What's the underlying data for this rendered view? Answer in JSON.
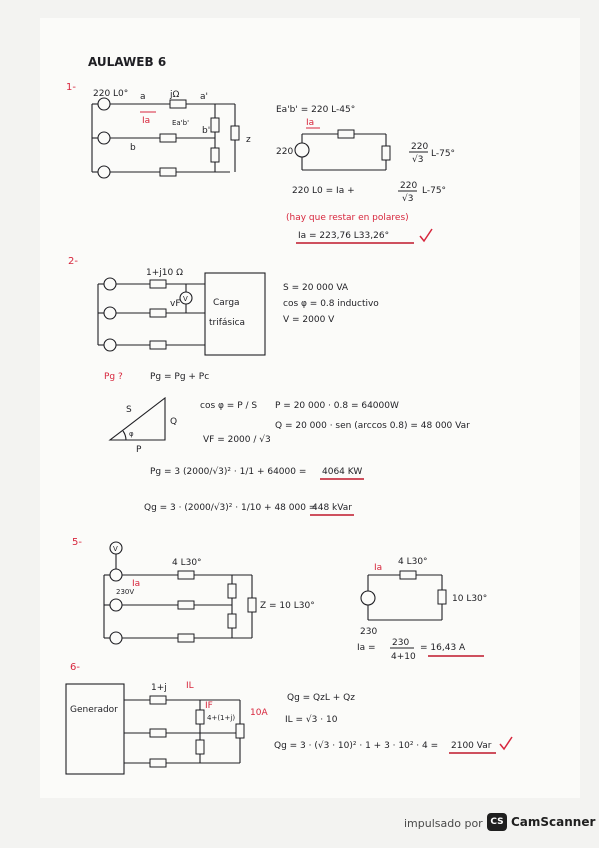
{
  "title": "AULAWEB 6",
  "p1": {
    "num": "1-",
    "src_label": "220 L0°",
    "a": "a",
    "b": "b",
    "aprime": "a'",
    "bprime": "b'",
    "jomega": "jΩ",
    "Ia": "Ia",
    "Eab_small": "Ea'b'",
    "z": "z",
    "eq1": "Ea'b' = 220 L-45°",
    "Ia_eq": "Ia",
    "src": "220",
    "frac_num": "220",
    "frac_den": "√3",
    "frac_ang": "L-75°",
    "eq2_left": "220 L0 = Ia +",
    "eq2_num": "220",
    "eq2_den": "√3",
    "eq2_ang": "L-75°",
    "note": "(hay que restar en polares)",
    "result": "Ia = 223,76 L33,26°"
  },
  "p2": {
    "num": "2-",
    "imp": "1+j10 Ω",
    "vf": "vF",
    "v": "V",
    "load1": "Carga",
    "load2": "trifásica",
    "s": "S = 20 000 VA",
    "cos": "cos φ = 0.8 inductivo",
    "vol": "V = 2000 V",
    "q_pg": "Pg ?",
    "pg_eq": "Pg = Pg + Pc",
    "tri_s": "S",
    "tri_q": "Q",
    "tri_p": "P",
    "tri_phi": "φ",
    "cos_eq": "cos φ = P / S",
    "p_eq": "P = 20 000 · 0.8 = 64000W",
    "q_eq": "Q = 20 000 · sen (arccos 0.8) = 48 000 Var",
    "vf_eq": "VF = 2000 / √3",
    "pg_calc": "Pg = 3 (2000/√3)² · 1/1 + 64000 =",
    "pg_res": "4064 KW",
    "qg_calc": "Qg = 3 · (2000/√3)² · 1/10 + 48 000 =",
    "qg_res": "448 kVar"
  },
  "p5": {
    "num": "5-",
    "v": "V",
    "imp": "4 L30°",
    "Ia": "Ia",
    "v230": "230V",
    "z": "Z = 10 L30°",
    "eq_imp": "4 L30°",
    "eq_Ia": "Ia",
    "src": "230",
    "zload": "10 L30°",
    "res_left": "Ia =",
    "res_num": "230",
    "res_den": "4+10",
    "res_val": "= 16,43 A"
  },
  "p6": {
    "num": "6-",
    "gen": "Generador",
    "imp": "1+j",
    "IL": "IL",
    "IF": "IF",
    "zload": "4+(1+j)",
    "amp": "10A",
    "eq1": "Qg = QzL + Qz",
    "eq2": "IL = √3 · 10",
    "eq3": "Qg = 3 · (√3 · 10)² · 1 + 3 · 10² · 4 =",
    "res": "2100 Var"
  },
  "footer": {
    "powered": "impulsado por",
    "badge": "CS",
    "brand": "CamScanner"
  }
}
